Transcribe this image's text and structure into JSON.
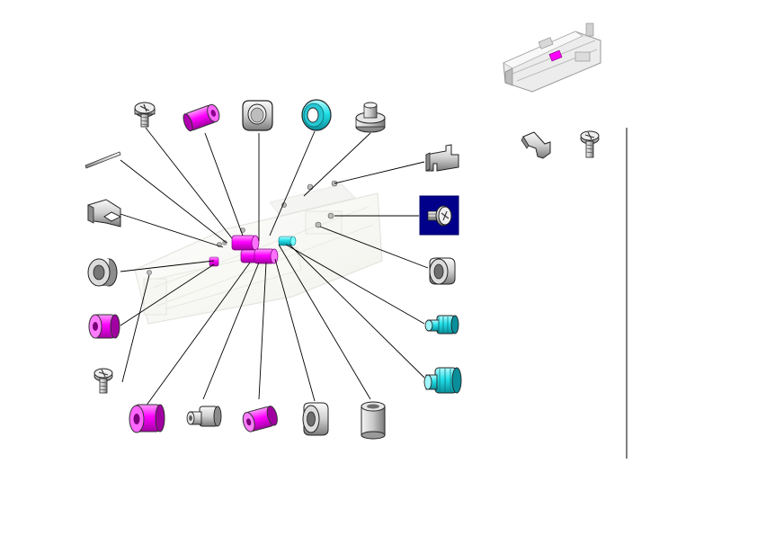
{
  "diagram": {
    "type": "exploded-parts-view",
    "colors": {
      "magenta": "#ff00ff",
      "magenta_dark": "#b000b0",
      "magenta_light": "#ff9cff",
      "cyan": "#22e0e8",
      "cyan_dark": "#0c9aa6",
      "cyan_light": "#a8f6fa",
      "gray": "#d6d6d6",
      "gray_dark": "#6e6e6e",
      "gray_light": "#f2f2f2",
      "outline": "#222222",
      "leader": "#000000",
      "highlight_box": "#00008b",
      "divider": "#000000"
    },
    "parts": [
      {
        "id": "top-screw",
        "shape": "screw-vertical",
        "color": "gray"
      },
      {
        "id": "top-magenta-roller",
        "shape": "roller",
        "color": "magenta"
      },
      {
        "id": "top-gray-collar",
        "shape": "collar-front",
        "color": "gray"
      },
      {
        "id": "top-cyan-bearing",
        "shape": "ring-front",
        "color": "cyan"
      },
      {
        "id": "top-gray-knob",
        "shape": "knob",
        "color": "gray"
      },
      {
        "id": "left-thin-shaft",
        "shape": "rod",
        "color": "gray"
      },
      {
        "id": "left-clip",
        "shape": "clip",
        "color": "gray"
      },
      {
        "id": "left-gray-collar",
        "shape": "collar-side",
        "color": "gray"
      },
      {
        "id": "left-magenta-roller",
        "shape": "roller",
        "color": "magenta"
      },
      {
        "id": "left-screw",
        "shape": "screw-vertical",
        "color": "gray"
      },
      {
        "id": "bottom-magenta-roller-large",
        "shape": "roller",
        "color": "magenta"
      },
      {
        "id": "bottom-gray-stepped-bushing",
        "shape": "stepped-bushing",
        "color": "gray"
      },
      {
        "id": "bottom-magenta-roller",
        "shape": "roller",
        "color": "magenta"
      },
      {
        "id": "bottom-gray-collar",
        "shape": "collar-side",
        "color": "gray"
      },
      {
        "id": "bottom-gray-cylinder",
        "shape": "tall-cylinder",
        "color": "gray"
      },
      {
        "id": "right-bracket",
        "shape": "bracket",
        "color": "gray"
      },
      {
        "id": "right-highlighted-screw",
        "shape": "screw-horizontal",
        "color": "gray",
        "highlighted": true
      },
      {
        "id": "right-gray-collar",
        "shape": "collar-side",
        "color": "gray"
      },
      {
        "id": "right-cyan-gear-small",
        "shape": "gear-bushing",
        "color": "cyan"
      },
      {
        "id": "right-cyan-gear-large",
        "shape": "gear-bushing",
        "color": "cyan"
      },
      {
        "id": "legend-clip",
        "shape": "clip-small",
        "color": "gray"
      },
      {
        "id": "legend-screw",
        "shape": "screw-vertical",
        "color": "gray"
      }
    ],
    "assembly": {
      "id": "central-assembly",
      "contains": [
        "magenta-roller-pair",
        "cyan-bushing",
        "gray-frame"
      ]
    },
    "thumbnail": {
      "id": "thumbnail-assembly",
      "description_visible": false
    }
  }
}
